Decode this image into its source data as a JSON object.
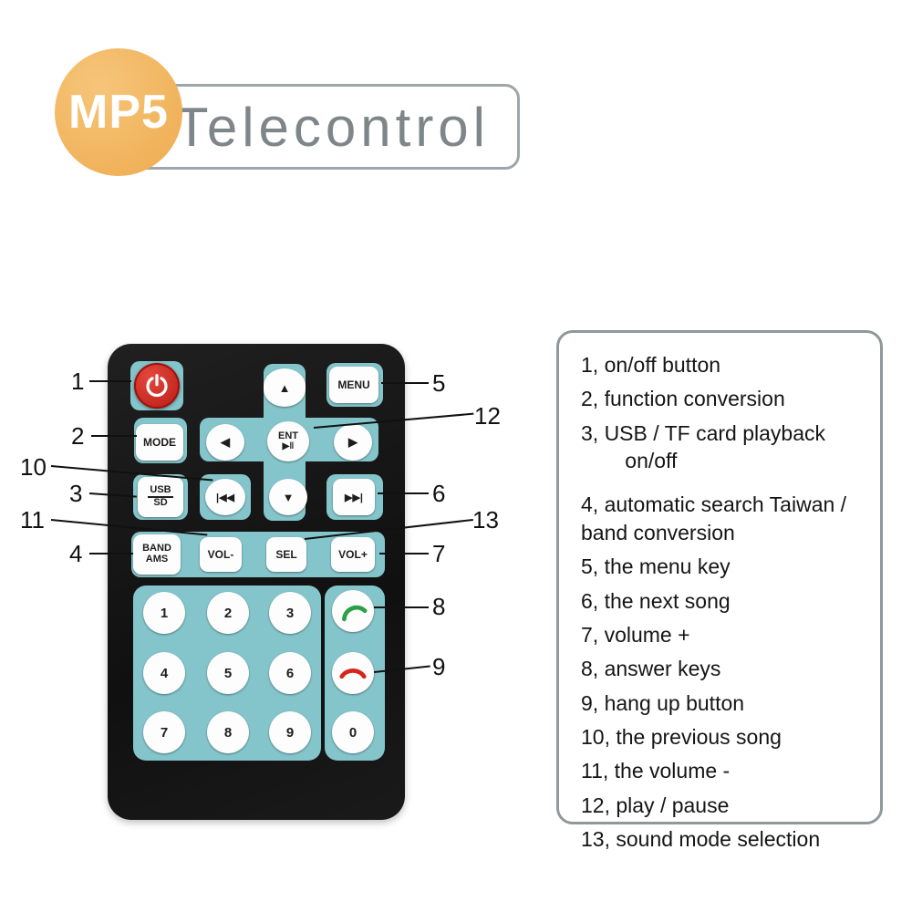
{
  "header": {
    "badge": "MP5",
    "title": "Telecontrol"
  },
  "colors": {
    "badge_orange": "#EEAB4E",
    "panel_teal": "#84C5CB",
    "remote_body": "#151515",
    "power_red": "#C8231B",
    "answer_green": "#2AA146",
    "hangup_red": "#D6251D"
  },
  "icons": {
    "power": "power-icon",
    "answer": "phone-answer-icon",
    "hangup": "phone-hangup-icon"
  },
  "remote": {
    "buttons": {
      "up": {
        "label": "▲"
      },
      "menu": {
        "label": "MENU"
      },
      "mode": {
        "label": "MODE"
      },
      "left": {
        "label": "◀"
      },
      "ent": {
        "top": "ENT",
        "bottom": "▶‖"
      },
      "right": {
        "label": "▶"
      },
      "usb_sd": {
        "top": "USB",
        "bottom": "SD"
      },
      "prev": {
        "label": "|◀◀"
      },
      "down": {
        "label": "▼"
      },
      "next": {
        "label": "▶▶|"
      },
      "band_ams": {
        "top": "BAND",
        "bottom": "AMS"
      },
      "vol_minus": {
        "label": "VOL-"
      },
      "sel": {
        "label": "SEL"
      },
      "vol_plus": {
        "label": "VOL+"
      },
      "d1": {
        "label": "1"
      },
      "d2": {
        "label": "2"
      },
      "d3": {
        "label": "3"
      },
      "d4": {
        "label": "4"
      },
      "d5": {
        "label": "5"
      },
      "d6": {
        "label": "6"
      },
      "d7": {
        "label": "7"
      },
      "d8": {
        "label": "8"
      },
      "d9": {
        "label": "9"
      },
      "d0": {
        "label": "0"
      }
    }
  },
  "callouts": {
    "c1": "1",
    "c2": "2",
    "c3": "3",
    "c4": "4",
    "c5": "5",
    "c6": "6",
    "c7": "7",
    "c8": "8",
    "c9": "9",
    "c10": "10",
    "c11": "11",
    "c12": "12",
    "c13": "13"
  },
  "legend": {
    "items": [
      "1,  on/off  button",
      "2, function conversion",
      "3, USB / TF card playback on/off",
      "4, automatic search Taiwan / band conversion",
      "5, the menu key",
      "6, the next song",
      "7, volume +",
      "8, answer keys",
      "9, hang up button",
      "10, the previous song",
      "11, the volume -",
      "12, play / pause",
      "13, sound mode selection"
    ]
  }
}
